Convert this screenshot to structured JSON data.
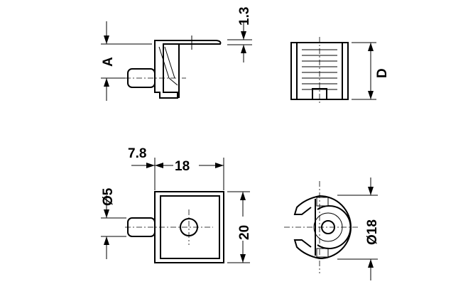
{
  "diagram": {
    "side_view": {
      "dim_height": "A",
      "dim_plate": "1.3"
    },
    "top_view": {
      "dim_depth": "D"
    },
    "front_view": {
      "dim_pin_offset": "7.8",
      "dim_width": "18",
      "dim_pin_diameter": "Ø5",
      "dim_height": "20"
    },
    "end_view": {
      "dim_diameter": "Ø18"
    }
  }
}
